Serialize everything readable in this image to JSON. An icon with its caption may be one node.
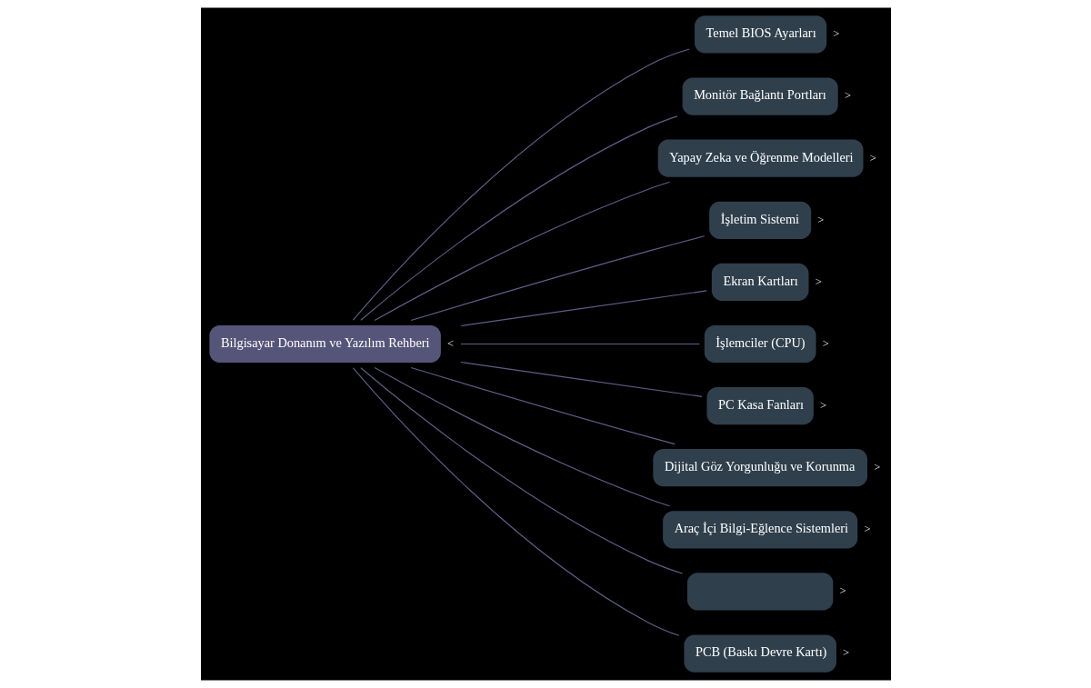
{
  "diagram": {
    "nodes": [
      {
        "text": [
          "Bilgisayar Donanım ve Yazılım Rehberi"
        ],
        "beside": [
          "<"
        ]
      },
      {
        "text": [
          "Temel BIOS Ayarları"
        ],
        "beside": [
          ">"
        ]
      },
      {
        "text": [
          "Monitör Bağlantı Portları"
        ],
        "beside": [
          ">"
        ]
      },
      {
        "text": [
          "Yapay Zeka ve Öğrenme Modelleri"
        ],
        "beside": [
          ">"
        ]
      },
      {
        "text": [
          "İşletim Sistemi"
        ],
        "beside": [
          ">"
        ]
      },
      {
        "text": [
          "Ekran Kartları"
        ],
        "beside": [
          ">"
        ]
      },
      {
        "text": [
          "İşlemciler (CPU)"
        ],
        "beside": [
          ">"
        ]
      },
      {
        "text": [
          "PC Kasa Fanları"
        ],
        "beside": [
          ">"
        ]
      },
      {
        "text": [
          "Dijital Göz Yorgunluğu ve Korunma"
        ],
        "beside": [
          ">"
        ]
      },
      {
        "text": [
          "Araç İçi Bilgi-Eğlence Sistemleri"
        ],
        "beside": [
          ">"
        ]
      },
      {
        "text": [],
        "shape": "box",
        "beside": [
          ">"
        ]
      },
      {
        "text": [
          "PCB (Baskı Devre Kartı)"
        ],
        "beside": [
          ">"
        ]
      }
    ],
    "edges": [
      {
        "from": 0,
        "to": 1,
        "arrow": "none"
      },
      {
        "from": 0,
        "to": 2,
        "arrow": "none"
      },
      {
        "from": 0,
        "to": 3,
        "arrow": "none"
      },
      {
        "from": 0,
        "to": 4,
        "arrow": "none"
      },
      {
        "from": 0,
        "to": 5,
        "arrow": "none"
      },
      {
        "from": 0,
        "to": 6,
        "arrow": "none"
      },
      {
        "from": 0,
        "to": 7,
        "arrow": "none"
      },
      {
        "from": 0,
        "to": 8,
        "arrow": "none"
      },
      {
        "from": 0,
        "to": 9,
        "arrow": "none"
      },
      {
        "from": 0,
        "to": 10,
        "arrow": "none"
      },
      {
        "from": 0,
        "to": 11,
        "arrow": "none"
      }
    ]
  }
}
